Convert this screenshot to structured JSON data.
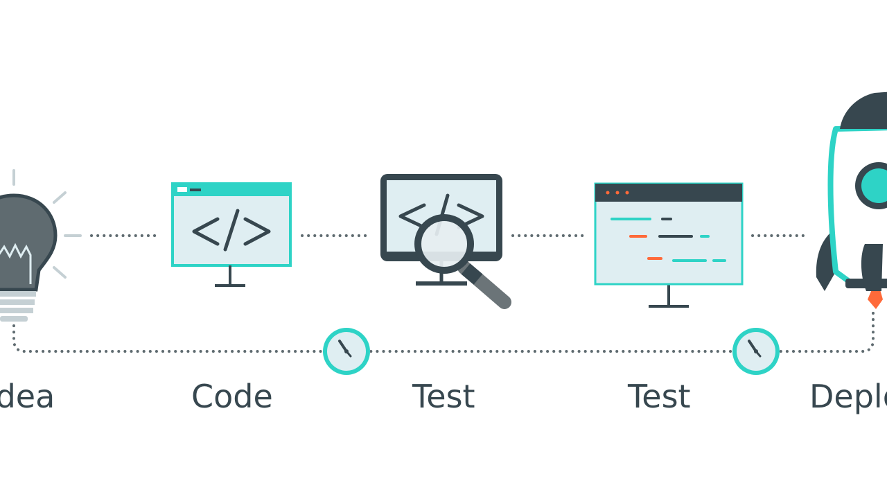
{
  "stages": [
    {
      "label": "Idea",
      "icon": "lightbulb-icon"
    },
    {
      "label": "Code",
      "icon": "code-monitor-icon"
    },
    {
      "label": "Test",
      "icon": "magnifier-monitor-icon"
    },
    {
      "label": "Test",
      "icon": "code-window-icon"
    },
    {
      "label": "Deploy",
      "icon": "rocket-icon"
    }
  ],
  "timers": [
    {
      "icon": "timer-icon"
    },
    {
      "icon": "timer-icon"
    }
  ],
  "colors": {
    "accent": "#2ed3c6",
    "dark": "#37474f",
    "screen": "#dfeef2",
    "orange": "#ff6a3a",
    "dots": "#5f6b70"
  }
}
